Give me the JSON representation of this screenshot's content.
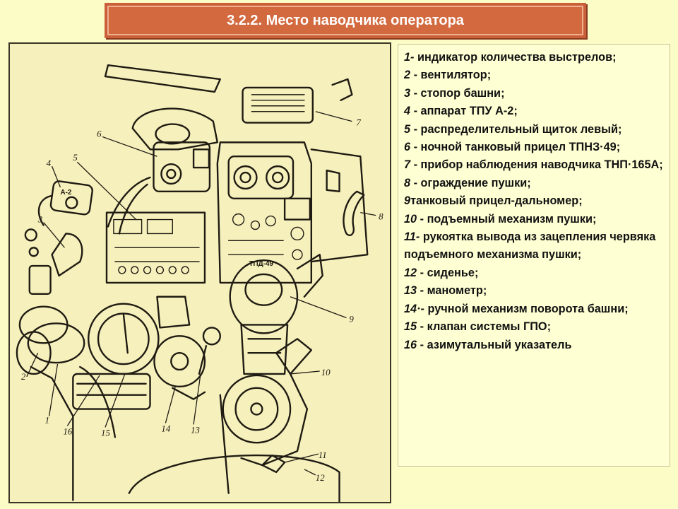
{
  "header": {
    "title": "3.2.2. Место наводчика оператора"
  },
  "figure": {
    "callouts": [
      "1",
      "2",
      "3",
      "4",
      "5",
      "6",
      "7",
      "8",
      "9",
      "10",
      "11",
      "12",
      "13",
      "14",
      "15",
      "16"
    ],
    "labels": {
      "a2": "А-2",
      "tpd": "ТПД-49"
    }
  },
  "legend": {
    "items": [
      {
        "num": "1-",
        "text": " индикатор количества выстрелов;"
      },
      {
        "num": "2",
        "text": " - вентилятор;"
      },
      {
        "num": "3",
        "text": " - стопор башни;"
      },
      {
        "num": "4",
        "text": " - аппарат ТПУ А-2;"
      },
      {
        "num": "5",
        "text": " - распределительный щиток левый;"
      },
      {
        "num": "6",
        "text": " - ночной танковый прицел ТПНЗ·49;"
      },
      {
        "num": "7",
        "text": " - прибор наблюдения наводчика ТНП·165А;"
      },
      {
        "num": "8",
        "text": " - ограждение пушки;"
      },
      {
        "num": "9",
        "text": "танковый прицел-дальномер;"
      },
      {
        "num": "10",
        "text": " - подъемный механизм пушки;"
      },
      {
        "num": "11-",
        "text": " рукоятка вывода из зацепления червяка подъемного механизма пушки;"
      },
      {
        "num": "12",
        "text": " - сиденье;"
      },
      {
        "num": "13",
        "text": " - манометр;"
      },
      {
        "num": "14·",
        "text": "- ручной механизм поворота башни;"
      },
      {
        "num": "15",
        "text": " - клапан системы ГПО;"
      },
      {
        "num": "16",
        "text": " - азимутальный указатель"
      }
    ]
  }
}
